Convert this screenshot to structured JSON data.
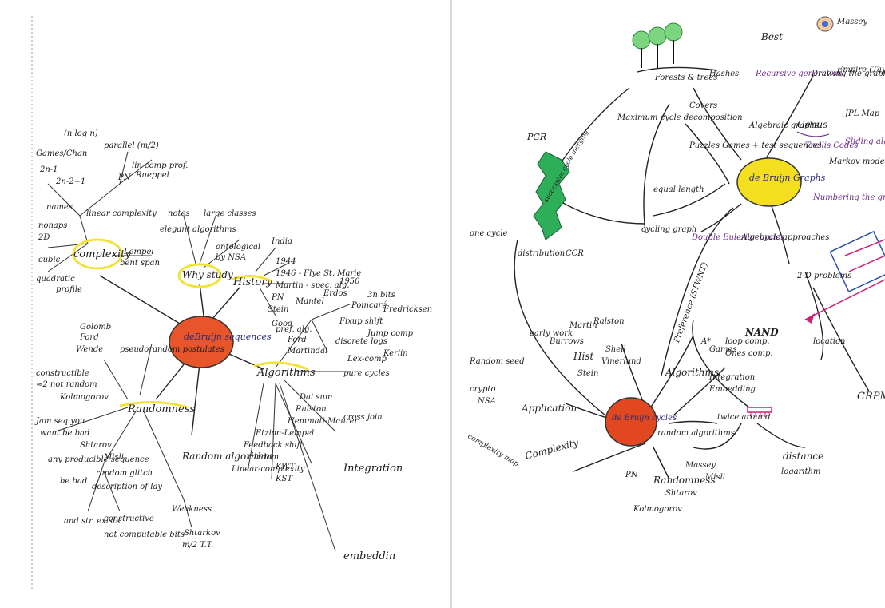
{
  "left_map": {
    "center": "deBruijn sequences",
    "branches": {
      "complexity": "complexity",
      "why_study": "Why study",
      "history": "History",
      "algorithms": "Algorithms",
      "randomness": "Randomness",
      "random_algorithm": "Random algorithm"
    },
    "labels": {
      "complexity_items": [
        "linear complexity",
        "PN",
        "lin comp prof.",
        "Rueppel",
        "parallel (m/2)",
        "(n log n)",
        "Games/Chan",
        "2n-1",
        "2n-2+1",
        "names",
        "2D",
        "nonaps",
        "cubic",
        "quadratic",
        "profile",
        "Lempel",
        "bent span",
        "elegant algorithms",
        "large classes",
        "notes",
        "ontological",
        "by NSA"
      ],
      "history_items": [
        "India",
        "1944",
        "1946 - Flye St. Marie",
        "Martin - spec. alg.",
        "PN",
        "Stein",
        "Mantel",
        "1950",
        "Erdos",
        "Poincaré",
        "Good"
      ],
      "algorithm_items": [
        "pref. alg.",
        "Ford",
        "Martindal",
        "3n bits",
        "Fredricksen",
        "Fixup shift",
        "Jump comp",
        "Lex-comp",
        "discrete logs",
        "Dai sum",
        "Ralston",
        "Hemmati-Maurer",
        "Etzion-Lempel",
        "Feedback shift",
        "random",
        "Linear-complexity",
        "KWT",
        "KST",
        "Integration",
        "pure cycles",
        "Kerlin",
        "embeddin",
        "cross join"
      ],
      "randomness_items": [
        "Ford",
        "Golomb",
        "Wende",
        "constructible",
        "≈2 not random",
        "Kolmogorov",
        "pseudorandom postulates",
        "Jam seq you",
        "want be bad",
        "Shtarov",
        "any producible sequence",
        "be bad",
        "Misli",
        "random glitch",
        "description of lay",
        "Weakness",
        "Shtarkov",
        "m/2 T.T.",
        "constructive",
        "not computable bits",
        "and str. exists"
      ]
    }
  },
  "right_map": {
    "center_top": "de Bruijn Graphs",
    "center_bottom": "de Bruijn cycles",
    "labels": {
      "graph_items": [
        "Forests & trees",
        "Hashes",
        "Best",
        "Massey",
        "Empire (Taylor)",
        "Recursive generation",
        "Drawing the graph",
        "Covers",
        "Maximum cycle decomposition",
        "PCR",
        "Algebraic graphs",
        "Genus",
        "JPL Map",
        "Trellis Codes",
        "Sliding algorithm",
        "Markov model",
        "Numbering the graph",
        "Puzzles Games + test sequences",
        "equal length",
        "cycling graph",
        "Double Eulerian cycles",
        "Algebraic approaches",
        "successive cycle merging",
        "CCR",
        "one cycle",
        "distribution",
        "2-D problems",
        "location",
        "CRPM"
      ],
      "cycle_items": [
        "early work",
        "Martin",
        "Ralston",
        "Hist",
        "Burrows",
        "Stein",
        "Shell",
        "Vinerlund",
        "Application",
        "Random seed",
        "crypto",
        "NSA",
        "Algorithms",
        "Preference (STWNT)",
        "A*",
        "Games",
        "loop comp.",
        "Ones comp.",
        "NAND",
        "Integration",
        "Embedding",
        "random algorithms",
        "twice around",
        "distance",
        "logarithm",
        "Complexity",
        "Randomness",
        "PN",
        "Massey",
        "Kolmogorov",
        "Shtarov",
        "Misli",
        "complexity map"
      ]
    }
  },
  "colors": {
    "center_left_fill": "#e8552a",
    "center_right_top_fill": "#f3de1f",
    "center_right_bottom_fill": "#e1481f",
    "highlight": "#f2e23a",
    "green_node": "#2fae5a",
    "purple_ink": "#6a2a8a",
    "pink_ink": "#d21f7a",
    "blue_ink": "#2a4fb0"
  }
}
